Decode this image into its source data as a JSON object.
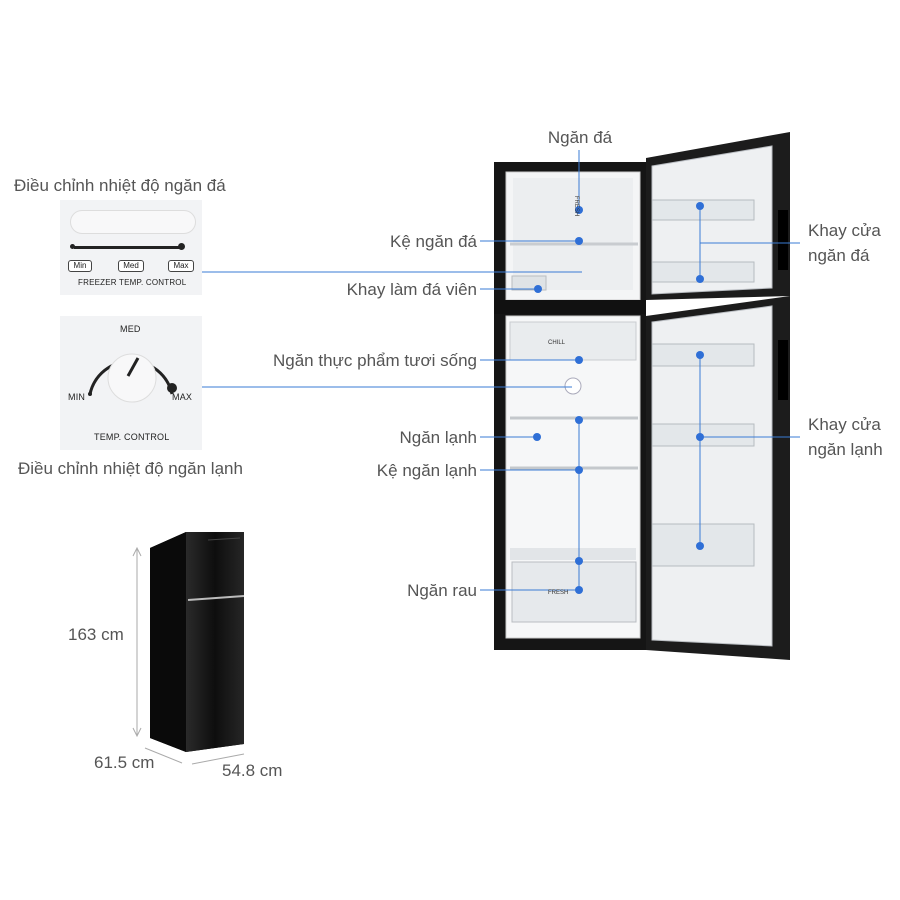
{
  "labels": {
    "ngan_da": "Ngăn đá",
    "ke_ngan_da": "Kệ ngăn đá",
    "khay_lam_da": "Khay làm đá viên",
    "ngan_tuoi_song": "Ngăn thực phẩm tươi sống",
    "ngan_lanh": "Ngăn lạnh",
    "ke_ngan_lanh": "Kệ ngăn lạnh",
    "ngan_rau": "Ngăn rau",
    "khay_cua_ngan_da_1": "Khay cửa",
    "khay_cua_ngan_da_2": "ngăn đá",
    "khay_cua_ngan_lanh_1": "Khay cửa",
    "khay_cua_ngan_lanh_2": "ngăn lạnh"
  },
  "freezer_control": {
    "caption": "Điều chỉnh nhiệt độ ngăn đá",
    "buttons": [
      "Min",
      "Med",
      "Max"
    ],
    "panel_text": "FREEZER TEMP. CONTROL"
  },
  "fridge_control": {
    "caption": "Điều chỉnh nhiệt độ ngăn lạnh",
    "min": "MIN",
    "med": "MED",
    "max": "MAX",
    "panel_text": "TEMP. CONTROL"
  },
  "dimensions": {
    "height": "163 cm",
    "depth": "61.5 cm",
    "width": "54.8 cm"
  },
  "fridge_inner": {
    "fresh_badge": "FRESH",
    "chill_label": "CHILL",
    "crisper_label": "FRESH"
  },
  "colors": {
    "accent_dot": "#2f6fd6",
    "line": "#3a7bd5",
    "body": "#141414"
  }
}
